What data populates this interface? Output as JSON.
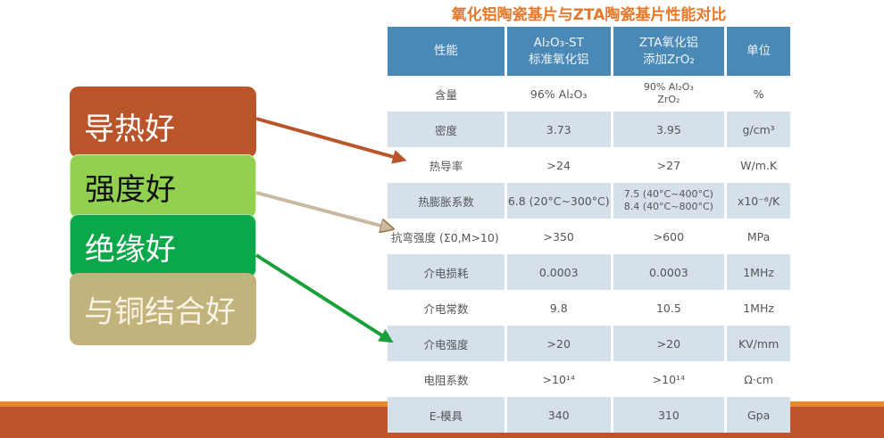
{
  "features": [
    {
      "label": "导热好",
      "color": "#b9542b"
    },
    {
      "label": "强度好",
      "color": "#92d050"
    },
    {
      "label": "绝缘好",
      "color": "#0aa84a"
    },
    {
      "label": "与铜结合好",
      "color": "#c2b37c"
    }
  ],
  "table": {
    "title": "氧化铝陶瓷基片与ZTA陶瓷基片性能对比",
    "headers": [
      "性能",
      "Al₂O₃-ST",
      "标准氧化铝",
      "ZTA氧化铝",
      "添加ZrO₂",
      "单位"
    ],
    "rows": [
      {
        "prop": "含量",
        "a": "96% Al₂O₃",
        "b": "90% Al₂O₃",
        "b2": "ZrO₂",
        "unit": "%"
      },
      {
        "prop": "密度",
        "a": "3.73",
        "b": "3.95",
        "b2": "",
        "unit": "g/cm³"
      },
      {
        "prop": "热导率",
        "a": ">24",
        "b": ">27",
        "b2": "",
        "unit": "W/m.K"
      },
      {
        "prop": "热膨胀系数",
        "a": "6.8 (20°C~300°C)",
        "b": "7.5 (40°C~400°C)",
        "b2": "8.4 (40°C~800°C)",
        "unit": "x10⁻⁶/K"
      },
      {
        "prop": "抗弯强度 (Σ0,M>10)",
        "a": ">350",
        "b": ">600",
        "b2": "",
        "unit": "MPa"
      },
      {
        "prop": "介电损耗",
        "a": "0.0003",
        "b": "0.0003",
        "b2": "",
        "unit": "1MHz"
      },
      {
        "prop": "介电常数",
        "a": "9.8",
        "b": "10.5",
        "b2": "",
        "unit": "1MHz"
      },
      {
        "prop": "介电强度",
        "a": ">20",
        "b": ">20",
        "b2": "",
        "unit": "KV/mm"
      },
      {
        "prop": "电阻系数",
        "a": ">10¹⁴",
        "b": ">10¹⁴",
        "b2": "",
        "unit": "Ω·cm"
      },
      {
        "prop": "E-模具",
        "a": "340",
        "b": "310",
        "b2": "",
        "unit": "Gpa"
      }
    ]
  }
}
